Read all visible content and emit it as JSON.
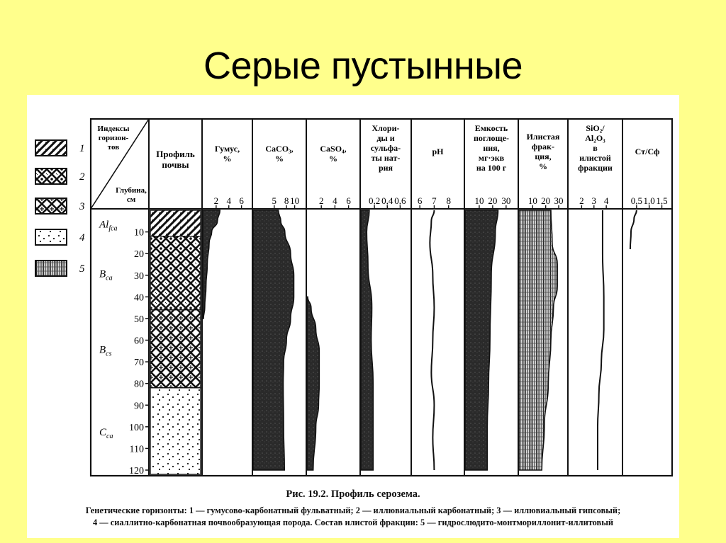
{
  "slide": {
    "title": "Серые пустынные",
    "background_color": "#ffff8c"
  },
  "figure": {
    "caption_title": "Рис. 19.2. Профиль серозема.",
    "caption_line1": "Генетические горизонты: 1 — гумусово-карбонатный фульватный; 2 — иллювиальный карбонатный; 3 — иллювиальный гипсовый;",
    "caption_line2": "4 — сиаллитно-карбонатная почвообразующая порода. Состав илистой фракции: 5 — гидрослюдито-монтмориллонит-иллитовый",
    "legend": [
      {
        "num": "1",
        "pattern": "diagonal-hatch",
        "meaning": "гумусово-карбонатный фульватный"
      },
      {
        "num": "2",
        "pattern": "diamond-lattice",
        "meaning": "иллювиальный карбонатный"
      },
      {
        "num": "3",
        "pattern": "diamond-lattice-cross",
        "meaning": "иллювиальный гипсовый"
      },
      {
        "num": "4",
        "pattern": "dots",
        "meaning": "сиаллитно-карбонатная почвообразующая порода"
      },
      {
        "num": "5",
        "pattern": "vertical-grid",
        "meaning": "гидрослюдито-монтмориллонит-иллитовый"
      }
    ],
    "header": {
      "index_label_top": [
        "Индексы",
        "горизон-",
        "тов"
      ],
      "index_label_bottom": [
        "Глубина,",
        "см"
      ],
      "profile_label": [
        "Профиль",
        "почвы"
      ]
    },
    "depth_ticks": [
      "10",
      "20",
      "30",
      "40",
      "50",
      "60",
      "70",
      "80",
      "90",
      "100",
      "110",
      "120"
    ],
    "horizons": [
      {
        "index": "Al",
        "sub": "fca",
        "from_cm": 0,
        "to_cm": 12,
        "pattern": "1"
      },
      {
        "index": "B",
        "sub": "ca",
        "from_cm": 12,
        "to_cm": 46,
        "pattern": "2"
      },
      {
        "index": "B",
        "sub": "cs",
        "from_cm": 46,
        "to_cm": 82,
        "pattern": "3"
      },
      {
        "index": "C",
        "sub": "ca",
        "from_cm": 82,
        "to_cm": 122,
        "pattern": "4"
      }
    ]
  },
  "chart_data": {
    "type": "area",
    "title": "Профиль серозема",
    "y_axis": {
      "label": "Глубина, см",
      "range": [
        0,
        122
      ],
      "inverted": true
    },
    "columns": [
      {
        "label": [
          "Гумус,",
          "%"
        ],
        "ticks": [
          "2",
          "4",
          "6"
        ],
        "tick_values": [
          2,
          4,
          6
        ],
        "range": [
          0,
          7.5
        ],
        "style": "filled",
        "points": [
          [
            0,
            2.6
          ],
          [
            5,
            2.2
          ],
          [
            10,
            1.3
          ],
          [
            15,
            0.9
          ],
          [
            25,
            0.6
          ],
          [
            35,
            0.4
          ],
          [
            45,
            0.2
          ],
          [
            50,
            0
          ]
        ]
      },
      {
        "label": [
          "CaCO₃,",
          "%"
        ],
        "ticks": [
          "5",
          "8",
          "10"
        ],
        "tick_values": [
          5,
          8,
          10
        ],
        "range": [
          0,
          12.5
        ],
        "style": "filled",
        "points": [
          [
            0,
            6.0
          ],
          [
            5,
            6.6
          ],
          [
            10,
            7.6
          ],
          [
            20,
            9.0
          ],
          [
            30,
            9.8
          ],
          [
            40,
            9.8
          ],
          [
            50,
            9.0
          ],
          [
            60,
            8.0
          ],
          [
            70,
            7.3
          ],
          [
            80,
            7.2
          ],
          [
            100,
            7.3
          ],
          [
            120,
            7.5
          ]
        ]
      },
      {
        "label": [
          "CaSO₄,",
          "%"
        ],
        "ticks": [
          "2",
          "4",
          "6"
        ],
        "tick_values": [
          2,
          4,
          6
        ],
        "range": [
          0,
          7.5
        ],
        "style": "filled",
        "points": [
          [
            40,
            0
          ],
          [
            45,
            0.5
          ],
          [
            55,
            1.2
          ],
          [
            65,
            1.7
          ],
          [
            80,
            1.7
          ],
          [
            90,
            1.6
          ],
          [
            100,
            1.2
          ],
          [
            120,
            0.8
          ]
        ]
      },
      {
        "label": [
          "Хлори-",
          "ды и",
          "сульфа-",
          "ты нат-",
          "рия"
        ],
        "ticks": [
          "0,2",
          "0,4",
          "0,6"
        ],
        "tick_values": [
          0.2,
          0.4,
          0.6
        ],
        "range": [
          0,
          0.75
        ],
        "style": "filled",
        "points": [
          [
            0,
            0.12
          ],
          [
            10,
            0.08
          ],
          [
            25,
            0.1
          ],
          [
            45,
            0.16
          ],
          [
            60,
            0.15
          ],
          [
            80,
            0.18
          ],
          [
            100,
            0.18
          ],
          [
            120,
            0.18
          ]
        ]
      },
      {
        "label": [
          "pH"
        ],
        "ticks": [
          "6",
          "7",
          "8"
        ],
        "tick_values": [
          6,
          7,
          8
        ],
        "range": [
          5.5,
          9.0
        ],
        "style": "line",
        "points": [
          [
            0,
            7.0
          ],
          [
            5,
            6.8
          ],
          [
            15,
            6.7
          ],
          [
            30,
            6.9
          ],
          [
            45,
            7.0
          ],
          [
            60,
            6.9
          ],
          [
            75,
            6.8
          ],
          [
            90,
            7.0
          ],
          [
            105,
            6.9
          ],
          [
            120,
            7.0
          ]
        ]
      },
      {
        "label": [
          "Емкость",
          "поглоще-",
          "ния,",
          "мг·экв",
          "на 100 г"
        ],
        "ticks": [
          "10",
          "20",
          "30"
        ],
        "tick_values": [
          10,
          20,
          30
        ],
        "range": [
          0,
          38
        ],
        "style": "filled",
        "points": [
          [
            0,
            24
          ],
          [
            10,
            22
          ],
          [
            30,
            19
          ],
          [
            60,
            18
          ],
          [
            80,
            17
          ],
          [
            100,
            16
          ],
          [
            120,
            16
          ]
        ]
      },
      {
        "label": [
          "Илистая",
          "фрак-",
          "ция,",
          "%"
        ],
        "ticks": [
          "10",
          "20",
          "30"
        ],
        "tick_values": [
          10,
          20,
          30
        ],
        "range": [
          0,
          36
        ],
        "style": "filled-pattern",
        "points": [
          [
            0,
            24
          ],
          [
            15,
            25
          ],
          [
            25,
            29
          ],
          [
            35,
            29
          ],
          [
            45,
            26
          ],
          [
            60,
            24
          ],
          [
            80,
            22
          ],
          [
            100,
            19
          ],
          [
            120,
            17
          ]
        ]
      },
      {
        "label": [
          "SiO₂/",
          "Al₂O₃",
          "в",
          "илистой",
          "фракции"
        ],
        "ticks": [
          "2",
          "3",
          "4"
        ],
        "tick_values": [
          2,
          3,
          4
        ],
        "range": [
          1,
          5.2
        ],
        "style": "line",
        "points": [
          [
            0,
            3.7
          ],
          [
            20,
            3.7
          ],
          [
            40,
            3.8
          ],
          [
            55,
            3.8
          ],
          [
            70,
            3.6
          ],
          [
            85,
            3.4
          ],
          [
            100,
            3.3
          ],
          [
            120,
            3.3
          ]
        ]
      },
      {
        "label": [
          "Cт/Cф"
        ],
        "ticks": [
          "0,5",
          "1,0",
          "1,5"
        ],
        "tick_values": [
          0.5,
          1.0,
          1.5
        ],
        "range": [
          0,
          1.85
        ],
        "style": "line",
        "points": [
          [
            0,
            0.5
          ],
          [
            4,
            0.4
          ],
          [
            10,
            0.28
          ],
          [
            18,
            0.25
          ]
        ]
      }
    ]
  }
}
